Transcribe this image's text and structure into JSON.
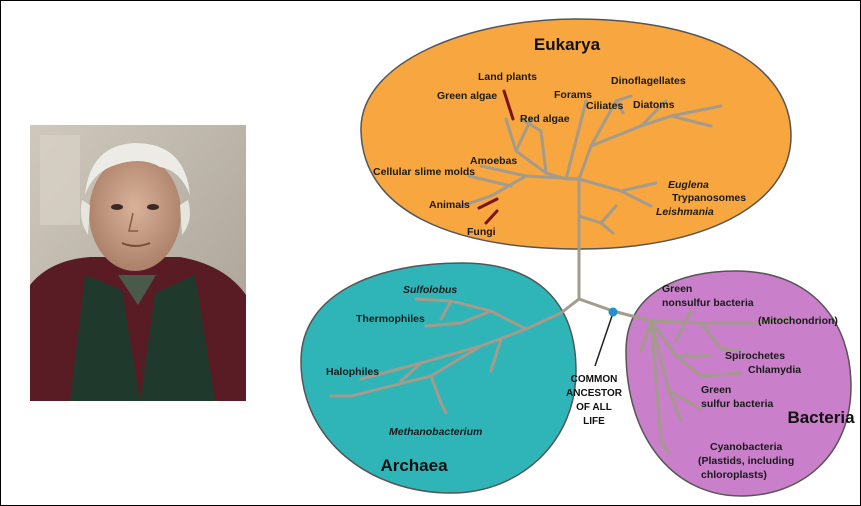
{
  "domains": {
    "eukarya": {
      "title": "Eukarya",
      "color": "#f7a640"
    },
    "archaea": {
      "title": "Archaea",
      "color": "#2fb5b8"
    },
    "bacteria": {
      "title": "Bacteria",
      "color": "#c97fc9"
    }
  },
  "eukarya_labels": {
    "land_plants": "Land plants",
    "green_algae": "Green algae",
    "forams": "Forams",
    "dinoflagellates": "Dinoflagellates",
    "red_algae": "Red algae",
    "ciliates": "Ciliates",
    "diatoms": "Diatoms",
    "amoebas": "Amoebas",
    "slime_molds": "Cellular slime molds",
    "euglena": "Euglena",
    "trypanosomes": "Trypanosomes",
    "leishmania": "Leishmania",
    "animals": "Animals",
    "fungi": "Fungi"
  },
  "archaea_labels": {
    "sulfolobus": "Sulfolobus",
    "thermophiles": "Thermophiles",
    "halophiles": "Halophiles",
    "methanobacterium": "Methanobacterium"
  },
  "bacteria_labels": {
    "green_nonsulfur_1": "Green",
    "green_nonsulfur_2": "nonsulfur bacteria",
    "mitochondrion": "(Mitochondrion)",
    "spirochetes": "Spirochetes",
    "chlamydia": "Chlamydia",
    "green_sulfur_1": "Green",
    "green_sulfur_2": "sulfur bacteria",
    "cyanobacteria_1": "Cyanobacteria",
    "cyanobacteria_2": "(Plastids, including",
    "cyanobacteria_3": "chloroplasts)"
  },
  "ancestor_label": [
    "COMMON",
    "ANCESTOR",
    "OF ALL",
    "LIFE"
  ],
  "colors": {
    "branch": "#a39b8b",
    "highlight_branch": "#7a1414",
    "ancestor_dot": "#1e8fd0"
  }
}
